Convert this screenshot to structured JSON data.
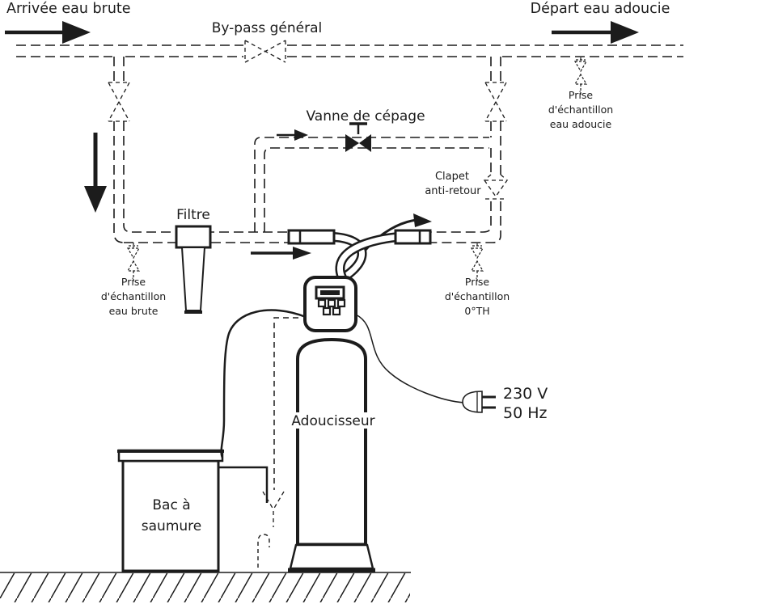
{
  "colors": {
    "ink": "#1c1c1c",
    "paper": "#ffffff"
  },
  "flows": {
    "inlet": "Arrivée eau brute",
    "outlet": "Départ eau adoucie"
  },
  "valves": {
    "bypass": "By-pass général",
    "blending": "Vanne de cépage",
    "check_line1": "Clapet",
    "check_line2": "anti-retour"
  },
  "equipment": {
    "filter": "Filtre",
    "softener": "Adoucisseur",
    "brine_line1": "Bac à",
    "brine_line2": "saumure"
  },
  "power": {
    "voltage": "230 V",
    "frequency": "50 Hz"
  },
  "taps": {
    "soft": {
      "l1": "Prise",
      "l2": "d'échantillon",
      "l3": "eau adoucie"
    },
    "raw": {
      "l1": "Prise",
      "l2": "d'échantillon",
      "l3": "eau brute"
    },
    "hardness": {
      "l1": "Prise",
      "l2": "d'échantillon",
      "l3": "0°TH"
    }
  }
}
